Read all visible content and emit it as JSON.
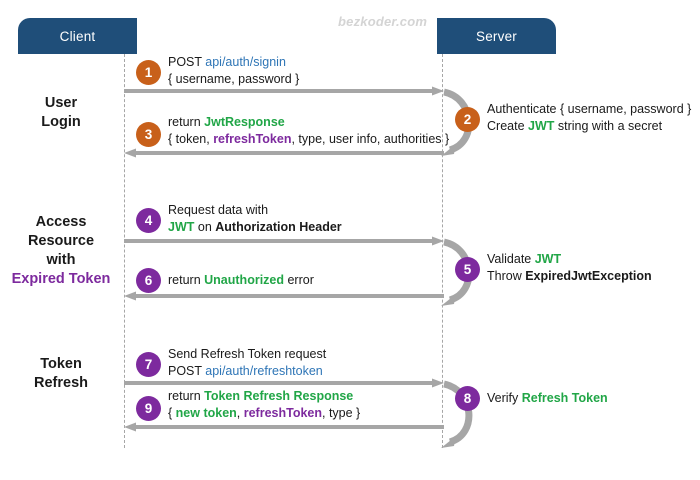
{
  "watermark": "bezkoder.com",
  "colors": {
    "actor_box": "#1f4e79",
    "badge_orange": "#c8601a",
    "badge_purple": "#7d2a9e",
    "arrow_gray": "#a6a6a6",
    "link_blue": "#2e75b6",
    "highlight_green": "#21a647",
    "highlight_purple": "#7d2a9e"
  },
  "actors": {
    "client": "Client",
    "server": "Server"
  },
  "bands": [
    {
      "id": "user-login",
      "lines": [
        {
          "text": "User",
          "accent": false
        },
        {
          "text": "Login",
          "accent": false
        }
      ]
    },
    {
      "id": "access-resource",
      "lines": [
        {
          "text": "Access",
          "accent": false
        },
        {
          "text": "Resource",
          "accent": false
        },
        {
          "text": "with",
          "accent": false
        },
        {
          "text": "Expired Token",
          "accent": true
        }
      ]
    },
    {
      "id": "token-refresh",
      "lines": [
        {
          "text": "Token",
          "accent": false
        },
        {
          "text": "Refresh",
          "accent": false
        }
      ]
    }
  ],
  "steps": [
    {
      "number": "1",
      "badge_color": "orange",
      "direction": "client-to-server",
      "lines": [
        [
          {
            "t": "POST ",
            "s": "plain"
          },
          {
            "t": "api/auth/signin",
            "s": "blue"
          }
        ],
        [
          {
            "t": "{ username, password }",
            "s": "plain"
          }
        ]
      ]
    },
    {
      "number": "2",
      "badge_color": "orange",
      "direction": "server-self",
      "lines": [
        [
          {
            "t": "Authenticate { username, password }",
            "s": "plain"
          }
        ],
        [
          {
            "t": "Create ",
            "s": "plain"
          },
          {
            "t": "JWT",
            "s": "green"
          },
          {
            "t": " string with a secret",
            "s": "plain"
          }
        ]
      ]
    },
    {
      "number": "3",
      "badge_color": "orange",
      "direction": "server-to-client",
      "lines": [
        [
          {
            "t": "return ",
            "s": "plain"
          },
          {
            "t": "JwtResponse",
            "s": "green"
          }
        ],
        [
          {
            "t": "{ token, ",
            "s": "plain"
          },
          {
            "t": "refreshToken",
            "s": "purple"
          },
          {
            "t": ", type, user info, authorities }",
            "s": "plain"
          }
        ]
      ]
    },
    {
      "number": "4",
      "badge_color": "purple",
      "direction": "client-to-server",
      "lines": [
        [
          {
            "t": "Request data with",
            "s": "plain"
          }
        ],
        [
          {
            "t": "JWT",
            "s": "green"
          },
          {
            "t": " on ",
            "s": "plain"
          },
          {
            "t": "Authorization Header",
            "s": "bold"
          }
        ]
      ]
    },
    {
      "number": "5",
      "badge_color": "purple",
      "direction": "server-self",
      "lines": [
        [
          {
            "t": "Validate ",
            "s": "plain"
          },
          {
            "t": "JWT",
            "s": "green"
          }
        ],
        [
          {
            "t": "Throw ",
            "s": "plain"
          },
          {
            "t": "ExpiredJwtException",
            "s": "bold"
          }
        ]
      ]
    },
    {
      "number": "6",
      "badge_color": "purple",
      "direction": "server-to-client",
      "lines": [
        [
          {
            "t": "return ",
            "s": "plain"
          },
          {
            "t": "Unauthorized",
            "s": "green"
          },
          {
            "t": " error",
            "s": "plain"
          }
        ]
      ]
    },
    {
      "number": "7",
      "badge_color": "purple",
      "direction": "client-to-server",
      "lines": [
        [
          {
            "t": "Send Refresh Token request",
            "s": "plain"
          }
        ],
        [
          {
            "t": "POST ",
            "s": "plain"
          },
          {
            "t": "api/auth/refreshtoken",
            "s": "blue"
          }
        ]
      ]
    },
    {
      "number": "8",
      "badge_color": "purple",
      "direction": "server-self",
      "lines": [
        [
          {
            "t": "Verify ",
            "s": "plain"
          },
          {
            "t": "Refresh Token",
            "s": "green"
          }
        ]
      ]
    },
    {
      "number": "9",
      "badge_color": "purple",
      "direction": "server-to-client",
      "lines": [
        [
          {
            "t": "return ",
            "s": "plain"
          },
          {
            "t": "Token Refresh Response",
            "s": "green"
          }
        ],
        [
          {
            "t": "{ ",
            "s": "plain"
          },
          {
            "t": "new token",
            "s": "green"
          },
          {
            "t": ", ",
            "s": "plain"
          },
          {
            "t": "refreshToken",
            "s": "purple"
          },
          {
            "t": ", type }",
            "s": "plain"
          }
        ]
      ]
    }
  ]
}
